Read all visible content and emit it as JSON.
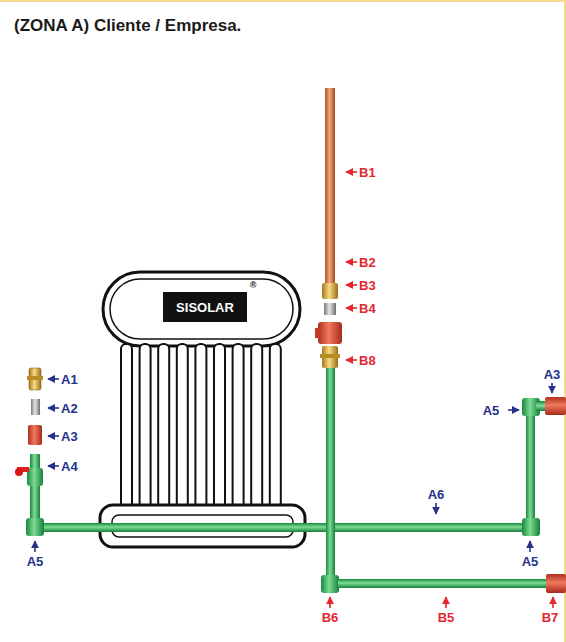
{
  "diagram": {
    "title": "(ZONA A) Cliente / Empresa.",
    "labels": [
      "B1",
      "B2",
      "B3",
      "B4",
      "B8",
      "A1",
      "A2",
      "A3",
      "A4",
      "A5",
      "A6",
      "A3",
      "A5",
      "A5",
      "B6",
      "B5",
      "B7",
      "SISOLAR",
      "®"
    ]
  }
}
